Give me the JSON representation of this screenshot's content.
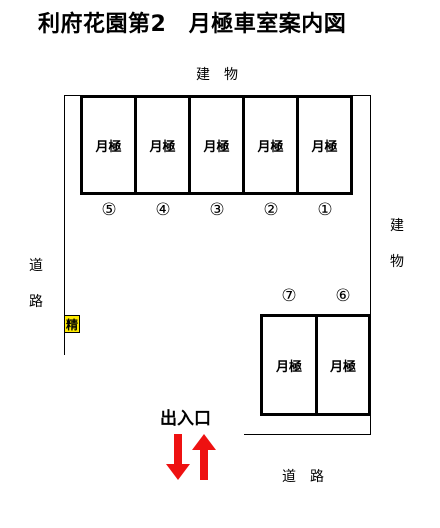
{
  "title": "利府花園第2　月極車室案内図",
  "labels": {
    "building_top": "建　物",
    "building_right": "建物",
    "road_left": "道路",
    "road_bottom": "道　路",
    "entrance": "出入口",
    "seisan": "精"
  },
  "spots_top": [
    {
      "label": "月極",
      "number": "⑤"
    },
    {
      "label": "月極",
      "number": "④"
    },
    {
      "label": "月極",
      "number": "③"
    },
    {
      "label": "月極",
      "number": "②"
    },
    {
      "label": "月極",
      "number": "①"
    }
  ],
  "spots_bottom": [
    {
      "label": "月極",
      "number": "⑦"
    },
    {
      "label": "月極",
      "number": "⑥"
    }
  ],
  "colors": {
    "arrow": "#ee1111",
    "seisan_bg": "#ffeb00"
  }
}
